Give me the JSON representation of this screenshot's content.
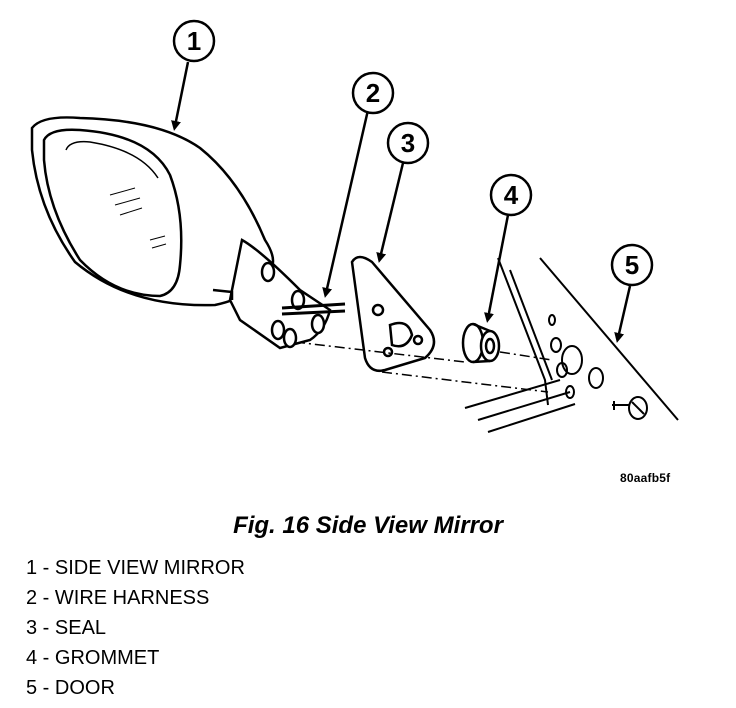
{
  "figure": {
    "code": "80aafb5f",
    "caption": "Fig. 16 Side View Mirror"
  },
  "callouts": [
    "1",
    "2",
    "3",
    "4",
    "5"
  ],
  "legend": [
    {
      "num": "1",
      "label": "SIDE VIEW MIRROR",
      "text": "1 - SIDE VIEW MIRROR"
    },
    {
      "num": "2",
      "label": "WIRE HARNESS",
      "text": "2 - WIRE HARNESS"
    },
    {
      "num": "3",
      "label": "SEAL",
      "text": "3 - SEAL"
    },
    {
      "num": "4",
      "label": "GROMMET",
      "text": "4 - GROMMET"
    },
    {
      "num": "5",
      "label": "DOOR",
      "text": "5 - DOOR"
    }
  ]
}
